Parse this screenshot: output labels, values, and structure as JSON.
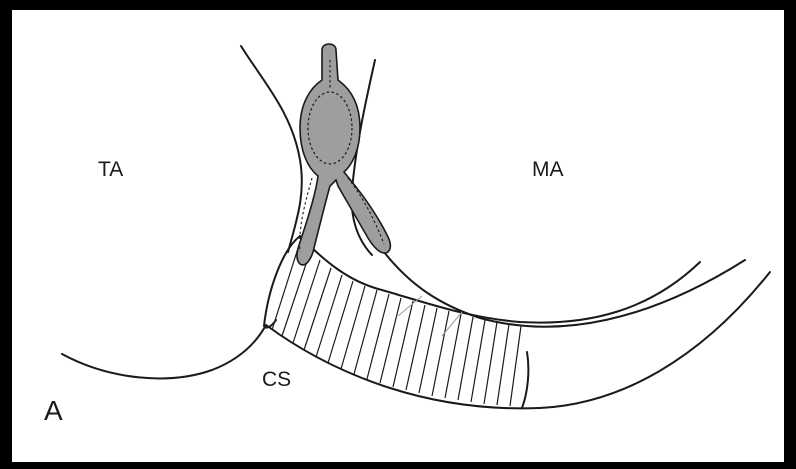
{
  "labels": {
    "ta": "TA",
    "ma": "MA",
    "cs": "CS",
    "panel": "A"
  },
  "colors": {
    "background": "#000000",
    "panel": "#ffffff",
    "ink": "#1a1a1a",
    "node_fill": "#9e9e9e"
  }
}
